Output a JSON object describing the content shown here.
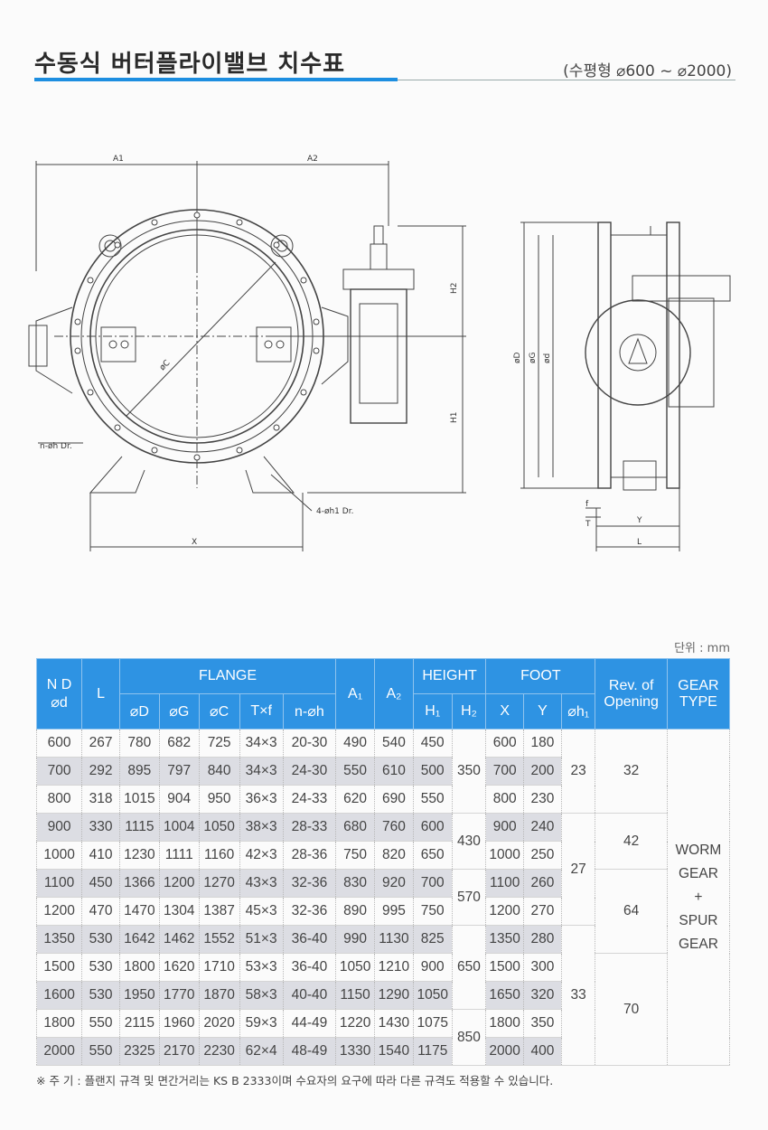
{
  "header": {
    "title": "수동식 버터플라이밸브 치수표",
    "subtitle": "(수평형 ⌀600 ~ ⌀2000)"
  },
  "drawing_labels": {
    "A1": "A1",
    "A2": "A2",
    "H1": "H1",
    "H2": "H2",
    "X": "X",
    "phiC": "øC",
    "nh": "n-øh Dr.",
    "h1": "4-øh1 Dr.",
    "phiD": "øD",
    "phiG": "øG",
    "phid": "ød",
    "f": "f",
    "T": "T",
    "Y": "Y",
    "L": "L"
  },
  "unit": "단위 : mm",
  "table": {
    "head": {
      "nd": "N D",
      "nd2": "⌀d",
      "l": "L",
      "flange": "FLANGE",
      "a1": "A₁",
      "a2": "A₂",
      "height": "HEIGHT",
      "foot": "FOOT",
      "rev1": "Rev. of",
      "rev2": "Opening",
      "gear1": "GEAR",
      "gear2": "TYPE",
      "sub": [
        "⌀D",
        "⌀G",
        "⌀C",
        "T×f",
        "n-⌀h",
        "H₁",
        "H₂",
        "X",
        "Y",
        "⌀h₁"
      ]
    },
    "rows": [
      {
        "nd": "600",
        "l": "267",
        "D": "780",
        "G": "682",
        "C": "725",
        "Tf": "34×3",
        "nh": "20-30",
        "a1": "490",
        "a2": "540",
        "h1": "450",
        "x": "600",
        "y": "180"
      },
      {
        "nd": "700",
        "l": "292",
        "D": "895",
        "G": "797",
        "C": "840",
        "Tf": "34×3",
        "nh": "24-30",
        "a1": "550",
        "a2": "610",
        "h1": "500",
        "x": "700",
        "y": "200"
      },
      {
        "nd": "800",
        "l": "318",
        "D": "1015",
        "G": "904",
        "C": "950",
        "Tf": "36×3",
        "nh": "24-33",
        "a1": "620",
        "a2": "690",
        "h1": "550",
        "x": "800",
        "y": "230"
      },
      {
        "nd": "900",
        "l": "330",
        "D": "1115",
        "G": "1004",
        "C": "1050",
        "Tf": "38×3",
        "nh": "28-33",
        "a1": "680",
        "a2": "760",
        "h1": "600",
        "x": "900",
        "y": "240"
      },
      {
        "nd": "1000",
        "l": "410",
        "D": "1230",
        "G": "1111",
        "C": "1160",
        "Tf": "42×3",
        "nh": "28-36",
        "a1": "750",
        "a2": "820",
        "h1": "650",
        "x": "1000",
        "y": "250"
      },
      {
        "nd": "1100",
        "l": "450",
        "D": "1366",
        "G": "1200",
        "C": "1270",
        "Tf": "43×3",
        "nh": "32-36",
        "a1": "830",
        "a2": "920",
        "h1": "700",
        "x": "1100",
        "y": "260"
      },
      {
        "nd": "1200",
        "l": "470",
        "D": "1470",
        "G": "1304",
        "C": "1387",
        "Tf": "45×3",
        "nh": "32-36",
        "a1": "890",
        "a2": "995",
        "h1": "750",
        "x": "1200",
        "y": "270"
      },
      {
        "nd": "1350",
        "l": "530",
        "D": "1642",
        "G": "1462",
        "C": "1552",
        "Tf": "51×3",
        "nh": "36-40",
        "a1": "990",
        "a2": "1130",
        "h1": "825",
        "x": "1350",
        "y": "280"
      },
      {
        "nd": "1500",
        "l": "530",
        "D": "1800",
        "G": "1620",
        "C": "1710",
        "Tf": "53×3",
        "nh": "36-40",
        "a1": "1050",
        "a2": "1210",
        "h1": "900",
        "x": "1500",
        "y": "300"
      },
      {
        "nd": "1600",
        "l": "530",
        "D": "1950",
        "G": "1770",
        "C": "1870",
        "Tf": "58×3",
        "nh": "40-40",
        "a1": "1150",
        "a2": "1290",
        "h1": "1050",
        "x": "1650",
        "y": "320"
      },
      {
        "nd": "1800",
        "l": "550",
        "D": "2115",
        "G": "1960",
        "C": "2020",
        "Tf": "59×3",
        "nh": "44-49",
        "a1": "1220",
        "a2": "1430",
        "h1": "1075",
        "x": "1800",
        "y": "350"
      },
      {
        "nd": "2000",
        "l": "550",
        "D": "2325",
        "G": "2170",
        "C": "2230",
        "Tf": "62×4",
        "nh": "48-49",
        "a1": "1330",
        "a2": "1540",
        "h1": "1175",
        "x": "2000",
        "y": "400"
      }
    ],
    "merged": {
      "h2": [
        "350",
        "430",
        "570",
        "650",
        "850"
      ],
      "foot_h1": [
        "23",
        "27",
        "33"
      ],
      "rev": [
        "32",
        "42",
        "64",
        "70"
      ],
      "gear": [
        "WORM",
        "GEAR",
        "+",
        "SPUR",
        "GEAR"
      ]
    }
  },
  "note": "※ 주 기 : 플랜지 규격 및 면간거리는 KS B 2333이며 수요자의 요구에 따라 다른 규격도 적용할 수 있습니다."
}
